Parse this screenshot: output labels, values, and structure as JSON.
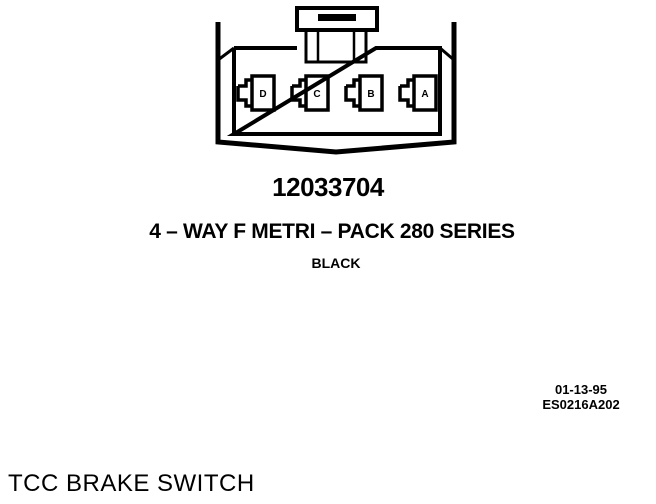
{
  "connector": {
    "part_number": "12033704",
    "description": "4 – WAY F METRI – PACK 280 SERIES",
    "color": "BLACK",
    "pins": [
      "D",
      "C",
      "B",
      "A"
    ]
  },
  "reference": {
    "date": "01-13-95",
    "code": "ES0216A202"
  },
  "component": {
    "title": "TCC BRAKE SWITCH"
  }
}
